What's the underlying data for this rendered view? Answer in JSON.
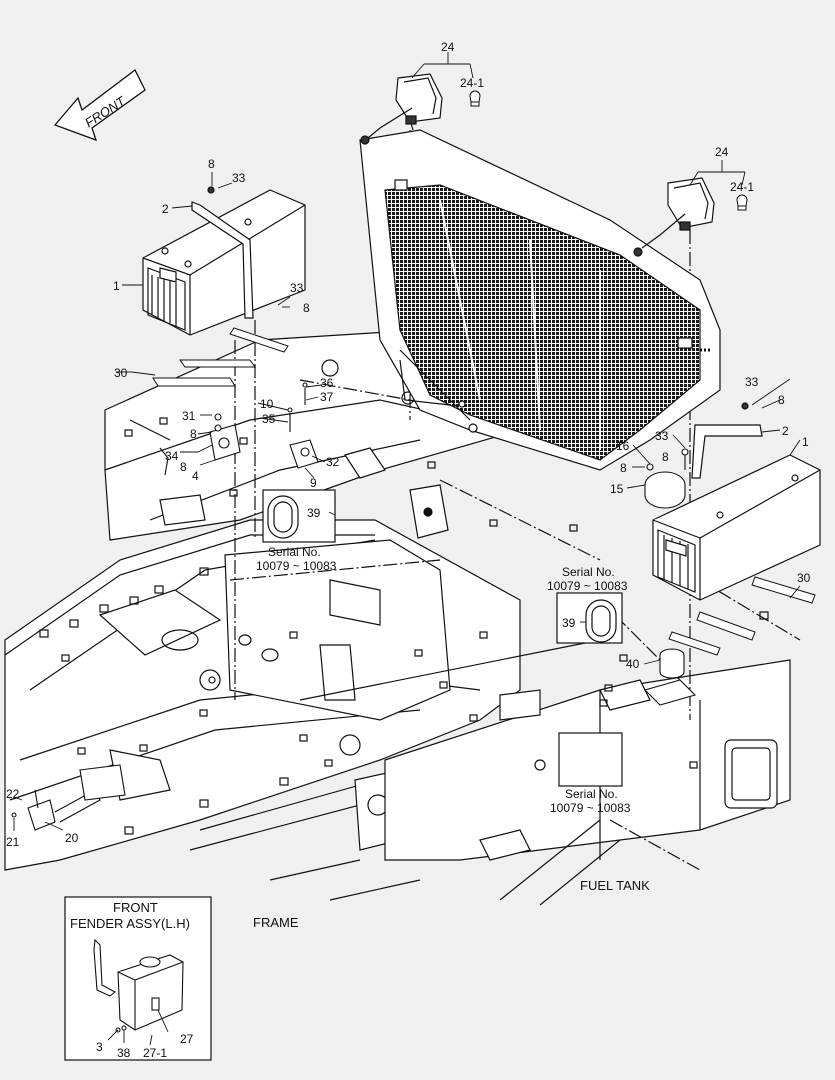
{
  "orientation": {
    "label": "FRONT"
  },
  "callouts": {
    "c1a": "1",
    "c1b": "1",
    "c2a": "2",
    "c2b": "2",
    "c3": "3",
    "c4": "4",
    "c8a": "8",
    "c8b": "8",
    "c8c": "8",
    "c8d": "8",
    "c8e": "8",
    "c8f": "8",
    "c8g": "8",
    "c9": "9",
    "c10": "10",
    "c15": "15",
    "c16": "16",
    "c20": "20",
    "c21": "21",
    "c22": "22",
    "c24a": "24",
    "c24b": "24",
    "c24_1a": "24-1",
    "c24_1b": "24-1",
    "c27": "27",
    "c27_1": "27-1",
    "c30a": "30",
    "c30b": "30",
    "c31": "31",
    "c32": "32",
    "c33a": "33",
    "c33b": "33",
    "c33c": "33",
    "c33d": "33",
    "c34": "34",
    "c35": "35",
    "c36": "36",
    "c37": "37",
    "c38": "38",
    "c39a": "39",
    "c39b": "39",
    "c40": "40"
  },
  "serial_notes": {
    "title": "Serial No.",
    "range": "10079 ~ 10083"
  },
  "section_labels": {
    "fuel_tank": "FUEL TANK",
    "frame": "FRAME"
  },
  "inset": {
    "title_line1": "FRONT",
    "title_line2": "FENDER ASSY(L.H)"
  }
}
